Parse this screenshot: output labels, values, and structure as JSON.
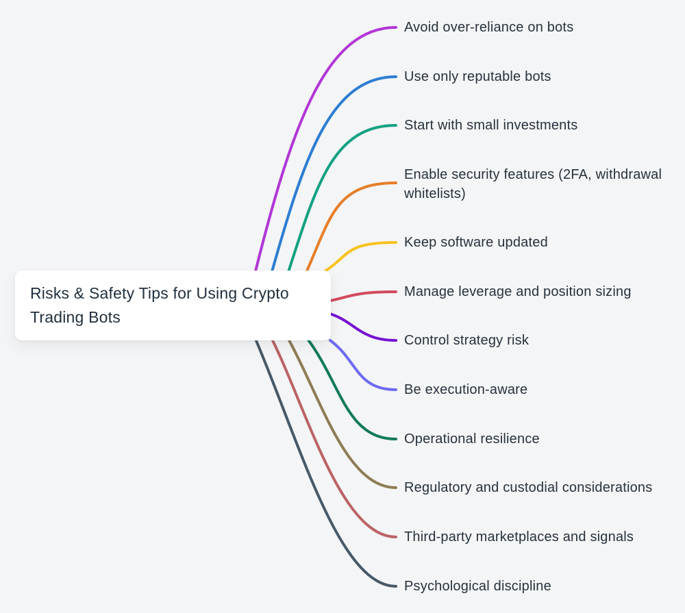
{
  "page": {
    "background_color": "#f4f5f6",
    "text_color": "#26313d"
  },
  "root": {
    "title": "Risks & Safety Tips for Using Crypto Trading Bots"
  },
  "branches": [
    {
      "label": "Avoid over-reliance on bots",
      "color": "#b136d6"
    },
    {
      "label": "Use only reputable bots",
      "color": "#2d7dd2"
    },
    {
      "label": "Start with small investments",
      "color": "#12a182"
    },
    {
      "label": "Enable security features (2FA, withdrawal whitelists)",
      "color": "#e67e29"
    },
    {
      "label": "Keep software updated",
      "color": "#f8c21c"
    },
    {
      "label": "Manage leverage and position sizing",
      "color": "#d34a5e"
    },
    {
      "label": "Control strategy risk",
      "color": "#7611d2"
    },
    {
      "label": "Be execution-aware",
      "color": "#6f6af0"
    },
    {
      "label": "Operational resilience",
      "color": "#107a58"
    },
    {
      "label": "Regulatory and custodial considerations",
      "color": "#8d7c55"
    },
    {
      "label": "Third-party marketplaces and signals",
      "color": "#bb6366"
    },
    {
      "label": "Psychological discipline",
      "color": "#475969"
    }
  ]
}
